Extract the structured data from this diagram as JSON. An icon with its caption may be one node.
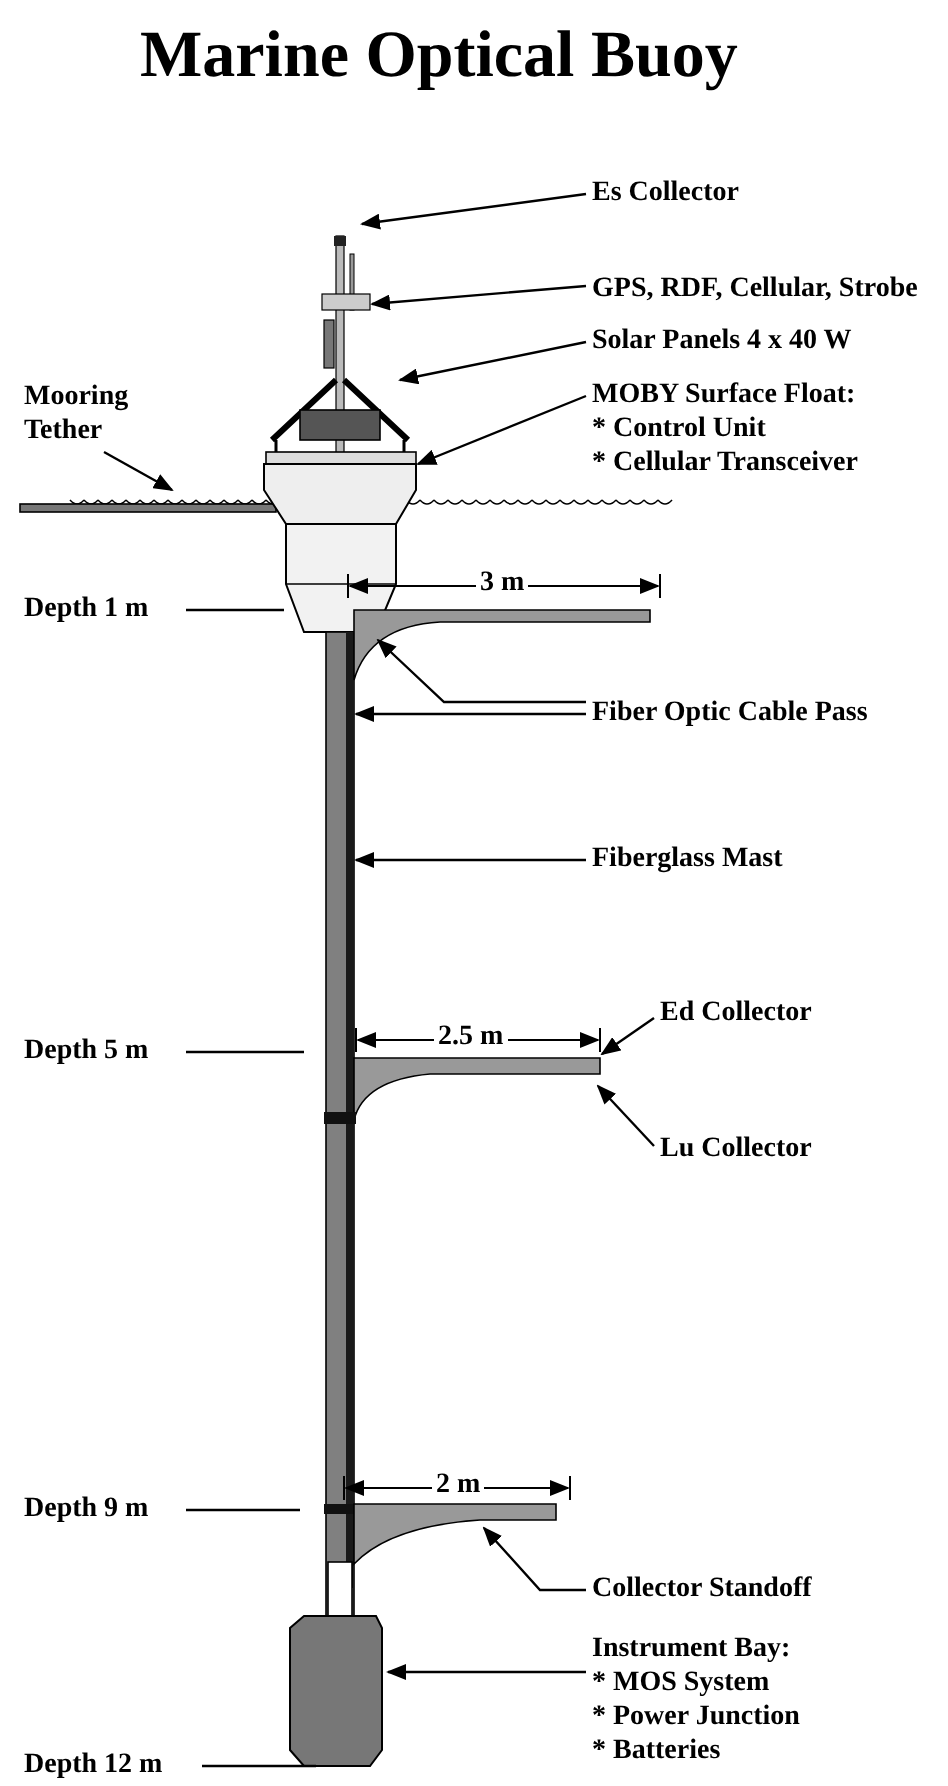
{
  "diagram": {
    "title": "Marine Optical Buoy",
    "nodes": [
      {
        "text": [
          "Es Collector"
        ]
      },
      {
        "text": [
          "GPS, RDF, Cellular, Strobe"
        ]
      },
      {
        "text": [
          "Solar Panels 4 x 40 W"
        ]
      },
      {
        "text": [
          "MOBY Surface Float:",
          "* Control Unit",
          "* Cellular Transceiver"
        ]
      },
      {
        "text": [
          "Mooring Tether"
        ]
      },
      {
        "text": [
          "Depth 1 m"
        ]
      },
      {
        "text": [
          "Fiber Optic Cable Pass"
        ]
      },
      {
        "text": [
          "Fiberglass Mast"
        ]
      },
      {
        "text": [
          "Depth 5 m"
        ]
      },
      {
        "text": [
          "Ed Collector"
        ]
      },
      {
        "text": [
          "Lu Collector"
        ]
      },
      {
        "text": [
          "Depth 9 m"
        ]
      },
      {
        "text": [
          "Collector Standoff"
        ]
      },
      {
        "text": [
          "Instrument Bay:",
          "* MOS System",
          "* Power Junction",
          "* Batteries"
        ]
      },
      {
        "text": [
          "Depth 12 m"
        ]
      },
      {
        "text": [],
        "shape": "bar"
      }
    ],
    "edges": [
      {
        "from": 0,
        "to": null,
        "arrow": "to"
      },
      {
        "from": 1,
        "to": null,
        "arrow": "to"
      },
      {
        "from": 2,
        "to": null,
        "arrow": "to"
      },
      {
        "from": 3,
        "to": null,
        "arrow": "to"
      },
      {
        "from": 4,
        "to": null,
        "arrow": "to"
      },
      {
        "from": 5,
        "to": null,
        "arrow": "none"
      },
      {
        "from": 6,
        "to": null,
        "arrow": "to"
      },
      {
        "from": 6,
        "to": null,
        "arrow": "to"
      },
      {
        "from": 7,
        "to": null,
        "arrow": "to"
      },
      {
        "from": 8,
        "to": null,
        "arrow": "none"
      },
      {
        "from": 9,
        "to": null,
        "arrow": "to"
      },
      {
        "from": 10,
        "to": null,
        "arrow": "to"
      },
      {
        "from": 11,
        "to": null,
        "arrow": "none"
      },
      {
        "from": 12,
        "to": 15,
        "arrow": "to"
      },
      {
        "from": 13,
        "to": null,
        "arrow": "to"
      },
      {
        "from": 14,
        "to": null,
        "arrow": "none"
      }
    ],
    "labels": [
      "3 m",
      "2.5 m",
      "2 m"
    ]
  }
}
